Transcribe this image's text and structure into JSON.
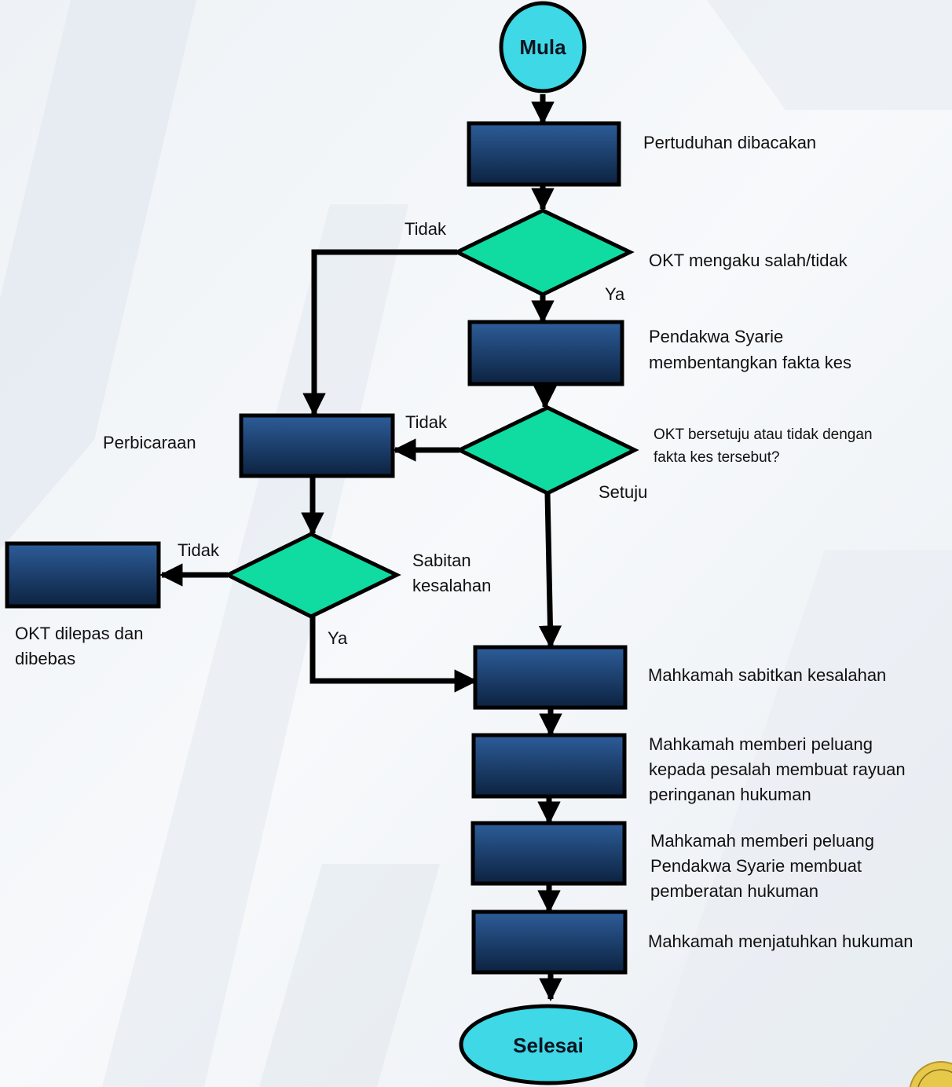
{
  "terminals": {
    "start": "Mula",
    "end": "Selesai"
  },
  "steps": {
    "charge_read": "Pertuduhan dibacakan",
    "prosecutor_facts_line1": "Pendakwa Syarie",
    "prosecutor_facts_line2": "membentangkan fakta kes",
    "trial": "Perbicaraan",
    "released_line1": "OKT dilepas dan",
    "released_line2": "dibebas",
    "court_convicts": "Mahkamah sabitkan kesalahan",
    "mitigation_line1": "Mahkamah memberi peluang",
    "mitigation_line2": "kepada pesalah membuat rayuan",
    "mitigation_line3": "peringanan hukuman",
    "aggravation_line1": "Mahkamah memberi peluang",
    "aggravation_line2": "Pendakwa Syarie membuat",
    "aggravation_line3": "pemberatan hukuman",
    "sentence": "Mahkamah menjatuhkan hukuman"
  },
  "decisions": {
    "plea": "OKT mengaku salah/tidak",
    "agree_facts_line1": "OKT bersetuju atau tidak dengan",
    "agree_facts_line2": "fakta kes tersebut?",
    "conviction_line1": "Sabitan",
    "conviction_line2": "kesalahan"
  },
  "branch_labels": {
    "plea_no": "Tidak",
    "plea_yes": "Ya",
    "facts_no": "Tidak",
    "facts_yes": "Setuju",
    "conviction_no": "Tidak",
    "conviction_yes": "Ya"
  },
  "colors": {
    "process_top": "#2c5b96",
    "process_bottom": "#0d2340",
    "decision": "#10dba0",
    "terminal": "#3fd8e6",
    "line": "#000000"
  }
}
